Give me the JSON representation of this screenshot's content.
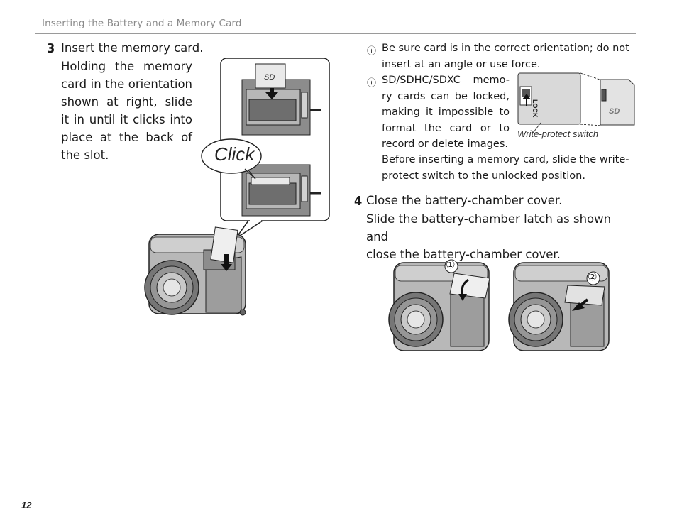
{
  "header": {
    "title": "Inserting the Battery and a Memory Card"
  },
  "step3": {
    "number": "3",
    "title": "Insert the memory card.",
    "body_lines": [
      "Holding the memory",
      "card in the orientation",
      "shown at right, slide",
      "it in until it clicks into",
      "place at the back of",
      "the slot."
    ],
    "callout_text": "Click"
  },
  "notes": {
    "icon": "caution-icon",
    "note1_lines": [
      "Be sure card is in the correct orientation; do not",
      "insert at an angle or use force."
    ],
    "note2_lines": [
      "SD/SDHC/SDXC memo-",
      "ry cards can be locked,",
      "making it impossible to",
      "format the card or to",
      "record or delete images."
    ],
    "note2_tail_lines": [
      "Before inserting a memory card, slide the write-",
      "protect switch to the unlocked position."
    ],
    "card_label": "LOCK",
    "caption": "Write-protect switch"
  },
  "step4": {
    "number": "4",
    "title": "Close the battery-chamber cover.",
    "body_lines": [
      "Slide the battery-chamber latch as shown and",
      "close the battery-chamber cover."
    ],
    "marker1": "①",
    "marker2": "②"
  },
  "footer": {
    "page_number": "12"
  }
}
